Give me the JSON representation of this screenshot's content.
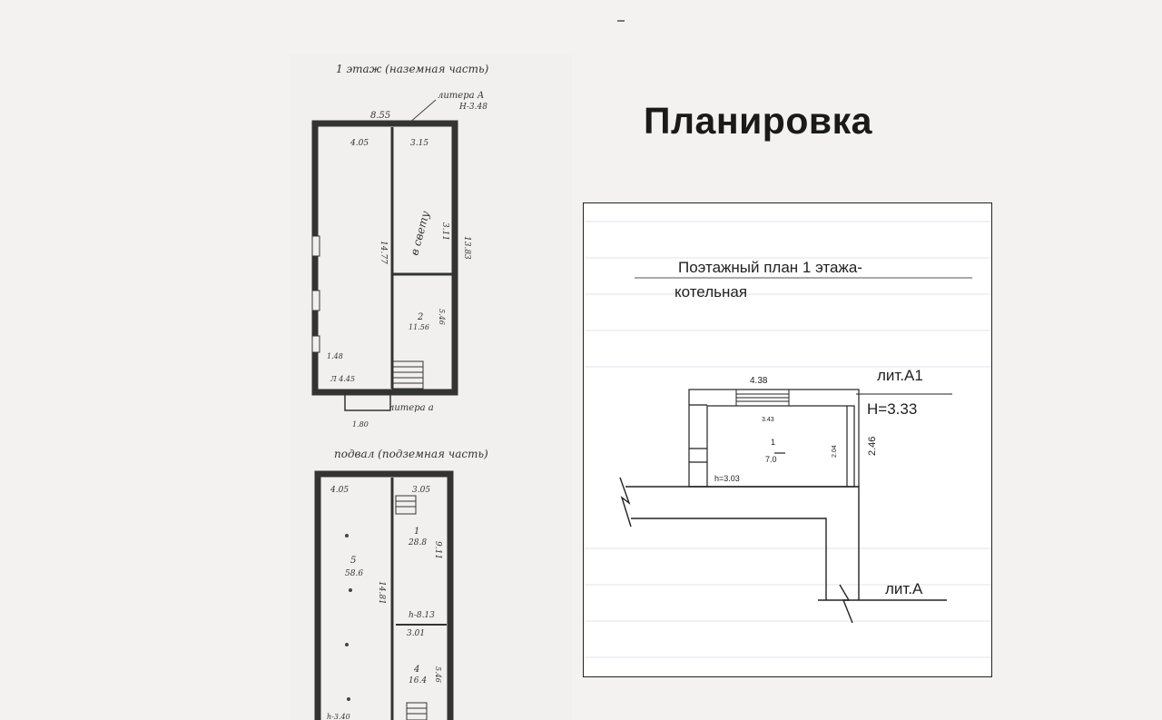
{
  "page": {
    "title": "Планировка"
  },
  "sketch_first_floor": {
    "heading": "1 этаж (наземная часть)",
    "liter_top": "литера А",
    "height_top": "Н-3.48",
    "overall_width": "8.55",
    "width_left": "4.05",
    "width_right": "3.15",
    "room_right_label": "в свету",
    "dim_right_top": "3.11",
    "dim_side": "13.83",
    "dim_mid": "14.77",
    "room2_number": "2",
    "room2_area": "11.56",
    "room2_dim": "5.46",
    "dim_bottom_left": "1.48",
    "dim_h": "Л 4.45",
    "liter_bottom": "литера а",
    "dim_entry": "1.80"
  },
  "sketch_basement": {
    "heading": "подвал (подземная часть)",
    "dim_top_left": "4.05",
    "dim_top_right": "3.05",
    "room5_number": "5",
    "room5_area": "58.6",
    "room1_number": "1",
    "room1_area": "28.8",
    "dim_mid": "14.81",
    "dim_r": "9.11",
    "room_h": "h-8.13",
    "room_h2": "3.01",
    "room4_number": "4",
    "room4_area": "16.4",
    "room4_dim": "5.46",
    "bottom_label": "h-3.40"
  },
  "boiler_plan": {
    "title_line1": "Поэтажный план 1 этажа-",
    "title_line2": "котельная",
    "width": "4.38",
    "inner_width": "3.43",
    "room_number": "1",
    "room_area": "7.0",
    "inner_height": "2.04",
    "side_height": "2.46",
    "ceiling_height": "h=3.03",
    "liter_a1": "лит.А1",
    "height_a1": "Н=3.33",
    "liter_a": "лит.А"
  }
}
